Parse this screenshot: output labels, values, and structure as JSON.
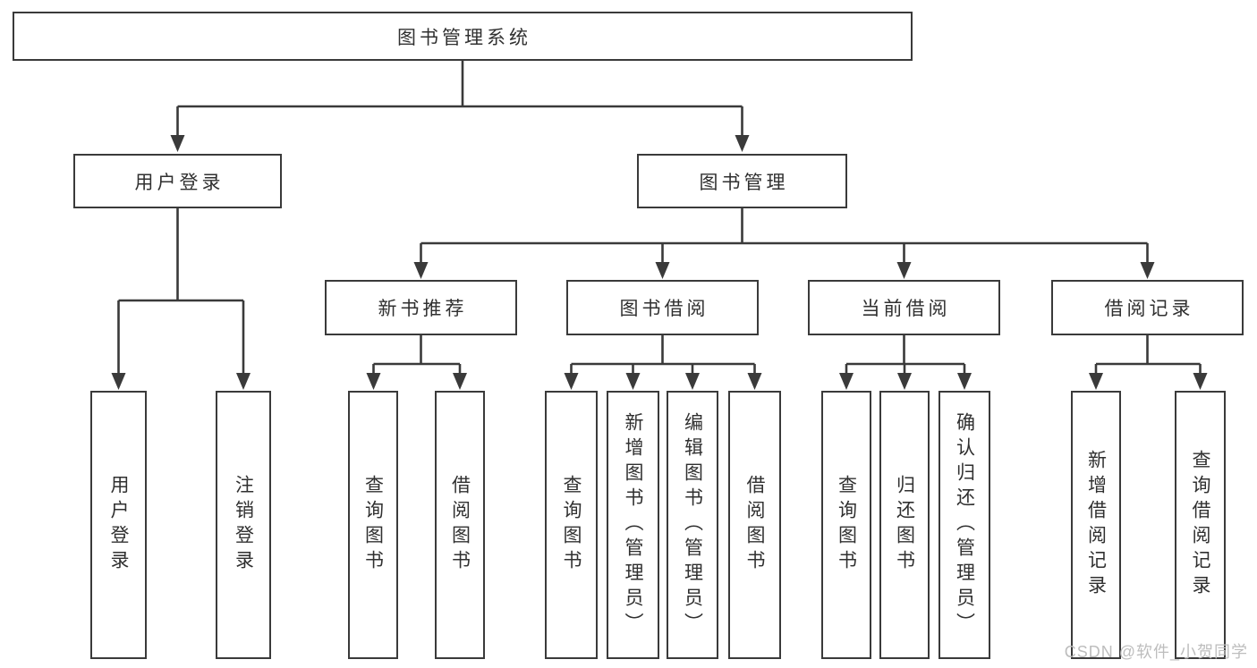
{
  "tree": {
    "root": {
      "label": "图书管理系统",
      "children": [
        {
          "label": "用户登录",
          "children": [
            {
              "label": "用户登录"
            },
            {
              "label": "注销登录"
            }
          ]
        },
        {
          "label": "图书管理",
          "children": [
            {
              "label": "新书推荐",
              "children": [
                {
                  "label": "查询图书"
                },
                {
                  "label": "借阅图书"
                }
              ]
            },
            {
              "label": "图书借阅",
              "children": [
                {
                  "label": "查询图书"
                },
                {
                  "label": "新增图书（管理员）"
                },
                {
                  "label": "编辑图书（管理员）"
                },
                {
                  "label": "借阅图书"
                }
              ]
            },
            {
              "label": "当前借阅",
              "children": [
                {
                  "label": "查询图书"
                },
                {
                  "label": "归还图书"
                },
                {
                  "label": "确认归还（管理员）"
                }
              ]
            },
            {
              "label": "借阅记录",
              "children": [
                {
                  "label": "新增借阅记录"
                },
                {
                  "label": "查询借阅记录"
                }
              ]
            }
          ]
        }
      ]
    }
  },
  "colors": {
    "line": "#3a3a3a",
    "text": "#303030",
    "watermark": "#bdbdbd"
  },
  "watermark": "CSDN @软件_小贺同学"
}
